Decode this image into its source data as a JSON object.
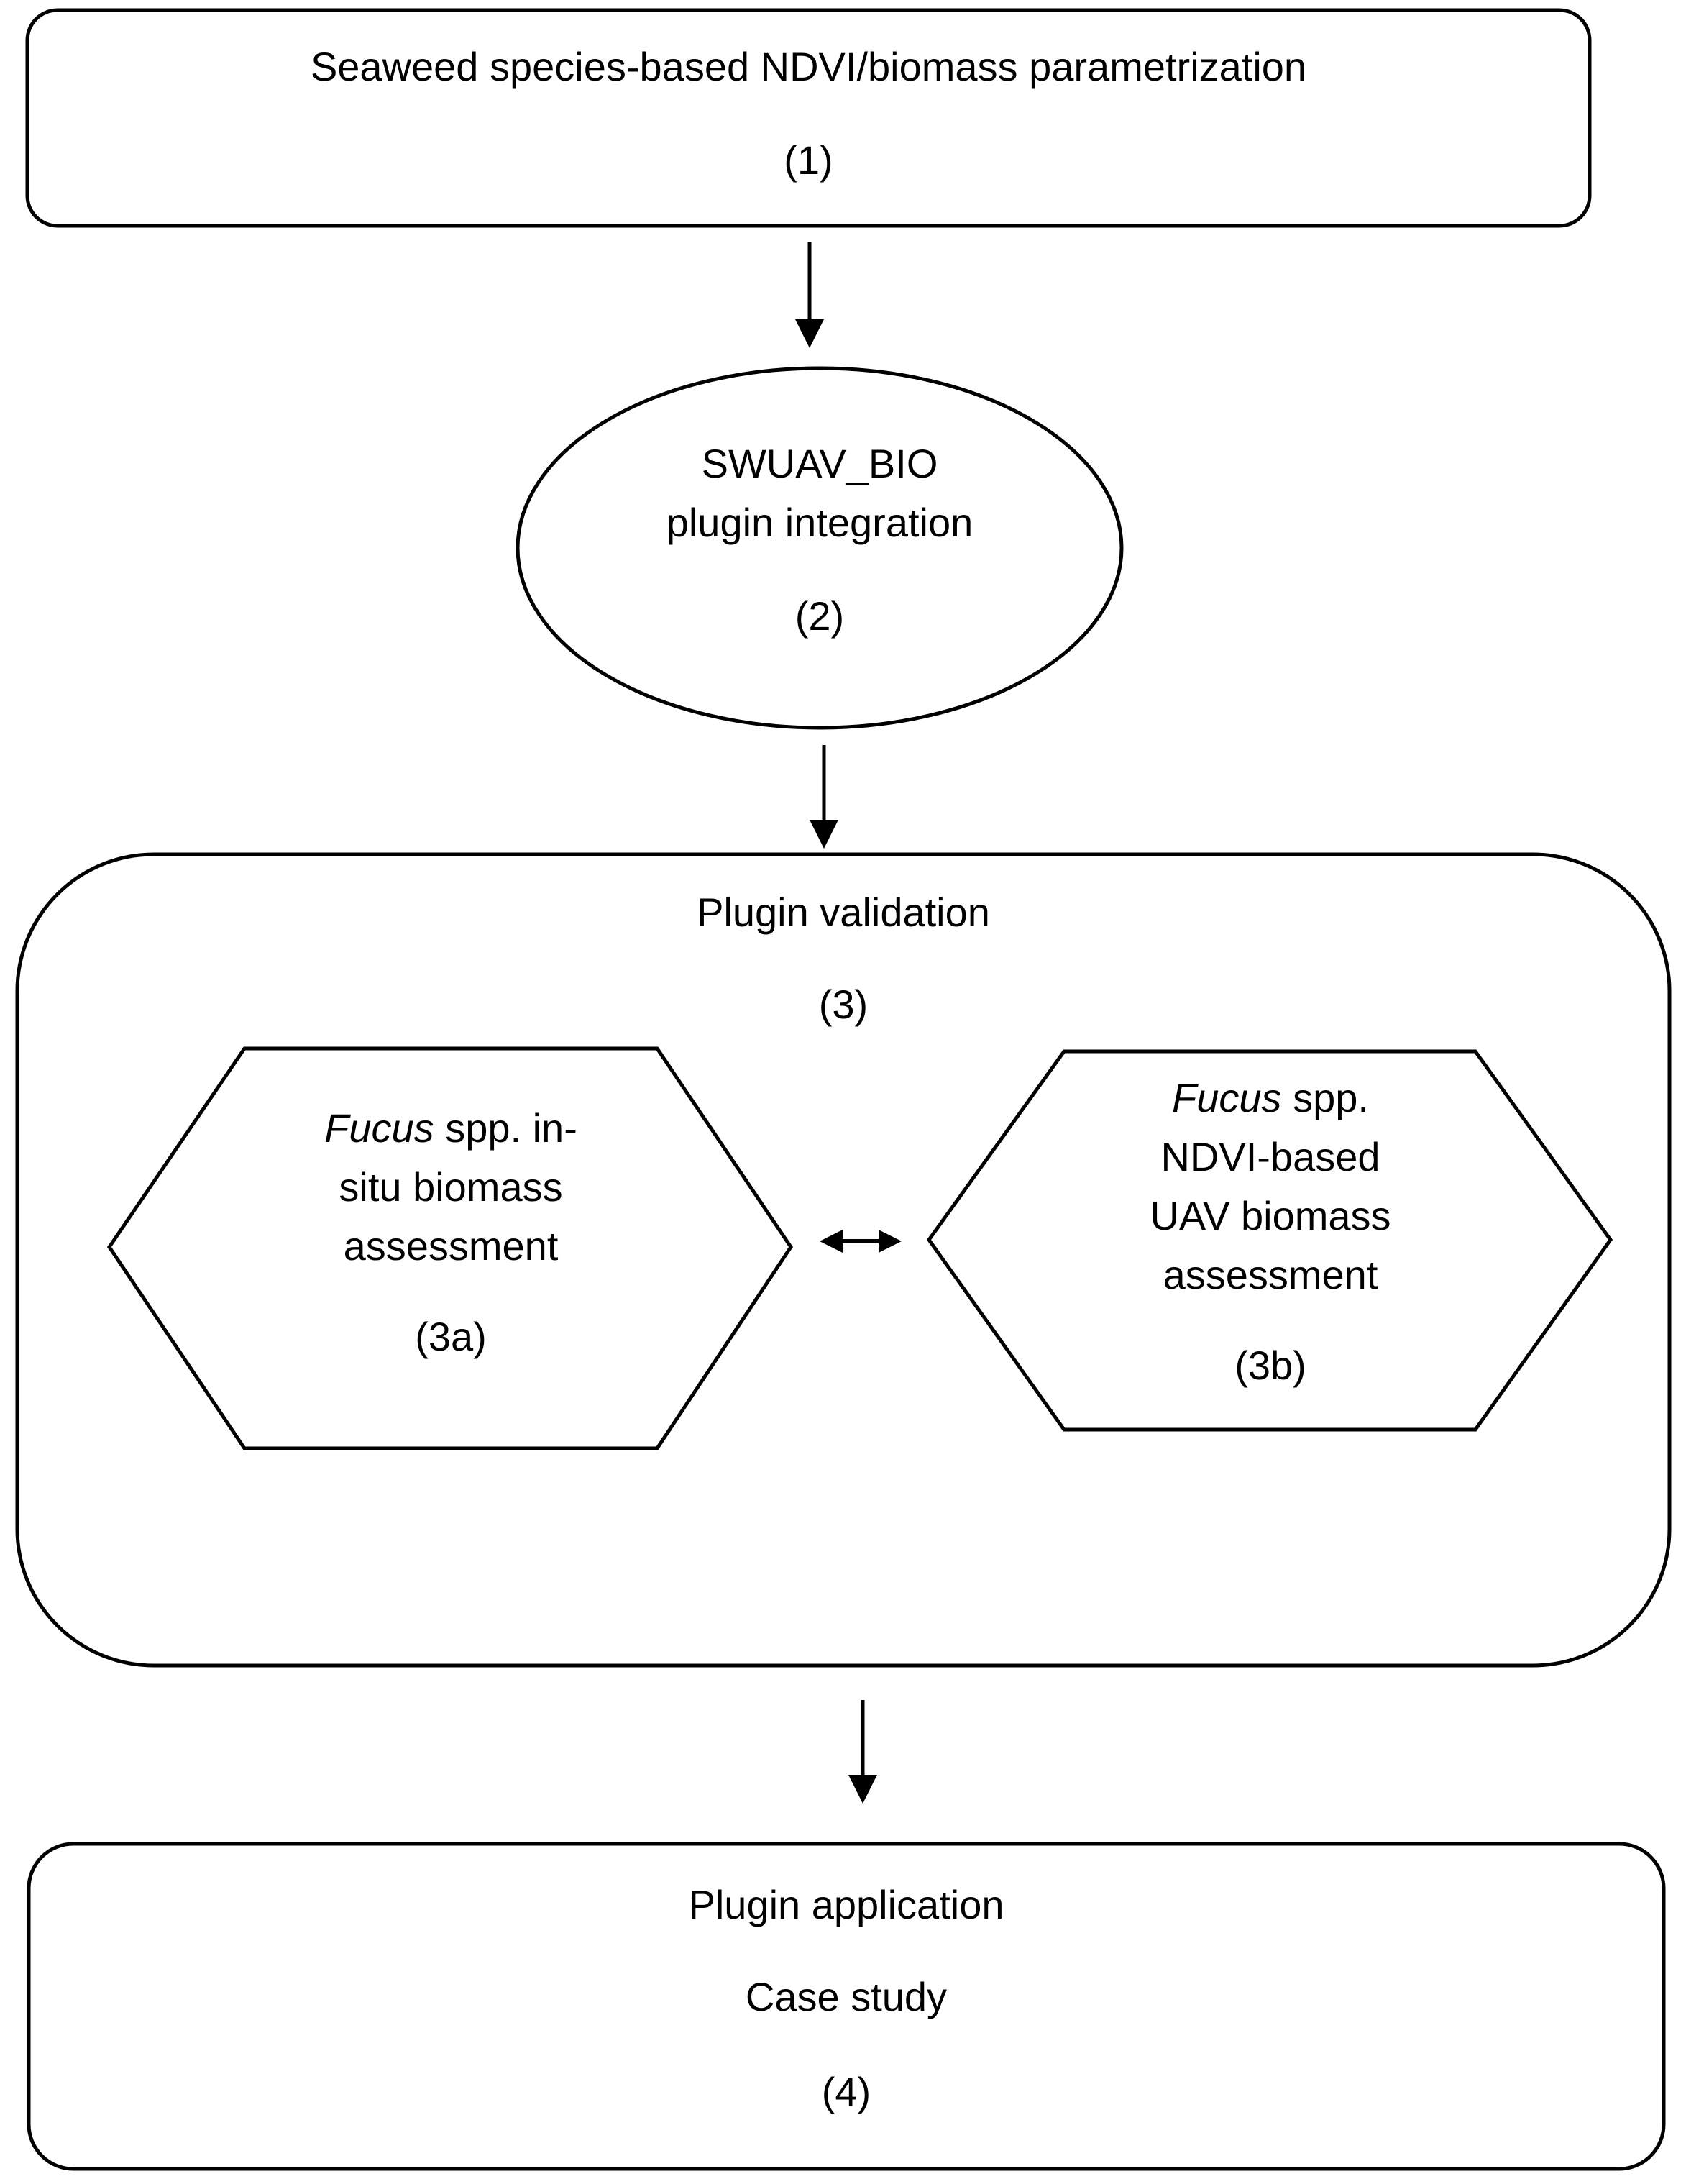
{
  "nodes": {
    "step1": {
      "title": "Seaweed species-based NDVI/biomass parametrization",
      "number": "(1)"
    },
    "step2": {
      "line1": "SWUAV_BIO",
      "line2": "plugin integration",
      "number": "(2)"
    },
    "step3": {
      "title": "Plugin validation",
      "number": "(3)"
    },
    "step3a": {
      "line1_italic": "Fucus",
      "line1_rest": " spp. in-",
      "line2": "situ biomass",
      "line3": "assessment",
      "number": "(3a)"
    },
    "step3b": {
      "line1_italic": "Fucus",
      "line1_rest": " spp.",
      "line2": "NDVI-based",
      "line3": "UAV biomass",
      "line4": "assessment",
      "number": "(3b)"
    },
    "step4": {
      "title": "Plugin application",
      "subtitle": "Case study",
      "number": "(4)"
    }
  },
  "colors": {
    "stroke": "#000000",
    "background": "#ffffff"
  }
}
